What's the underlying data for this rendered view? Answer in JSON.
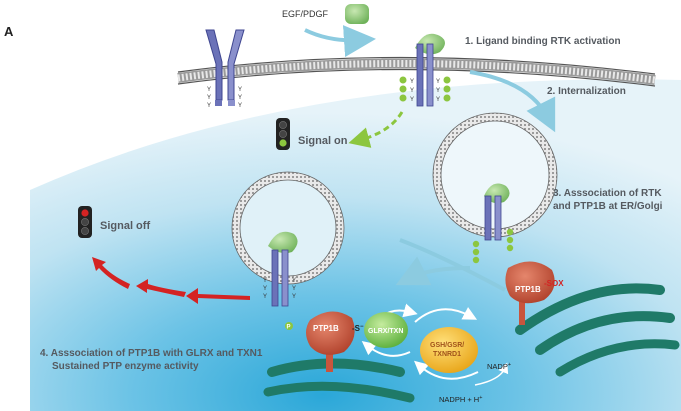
{
  "panel_letter": "A",
  "ligand": "EGF/PDGF",
  "steps": {
    "step1": "1. Ligand binding RTK activation",
    "step2": "2. Internalization",
    "step3_line1": "3. Asssociation of RTK",
    "step3_line2": "and PTP1B at ER/Golgi",
    "step4_line1": "4. Asssociation of PTP1B with GLRX and TXN1",
    "step4_line2": "Sustained PTP enzyme activity"
  },
  "signals": {
    "on": "Signal on",
    "off": "Signal off"
  },
  "molecules": {
    "ptp1b": "PTP1B",
    "sox": "-SOX",
    "thiolate": "-S",
    "thiolate_charge": "−",
    "glrx_txn": "GLRX/TXN",
    "gsh_line1": "GSH/GSR/",
    "gsh_line2": "TXNRD1",
    "nadp": "NADP",
    "nadp_charge": "+",
    "nadph": "NADPH + H",
    "nadph_charge": "+",
    "tyrosine": "Y",
    "phospho": "P"
  },
  "colors": {
    "receptor": "#6b72b8",
    "ligand": "#7fbf6a",
    "ptp1b": "#c8553d",
    "er": "#1f7a68",
    "arrow_red": "#d42323",
    "arrow_green": "#8cc63f",
    "arrow_blue": "#8ccbe0",
    "glrx": "#7ec85a",
    "gsh": "#f5c030"
  }
}
